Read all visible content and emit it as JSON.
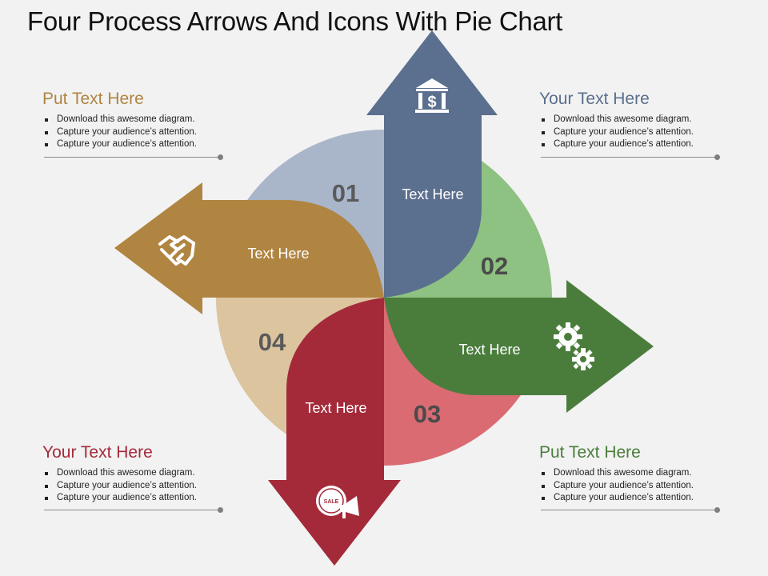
{
  "title": "Four Process Arrows And Icons With Pie Chart",
  "colors": {
    "blue": "#5b6f8e",
    "blue_light": "#a9b6ca",
    "green": "#4a7d3c",
    "green_light": "#8ec282",
    "red": "#a42a3a",
    "red_light": "#da6b73",
    "gold": "#b08441",
    "gold_light": "#dcc49e"
  },
  "segments": [
    {
      "number": "01",
      "arrow_label": "Text Here",
      "icon": "bank-icon"
    },
    {
      "number": "02",
      "arrow_label": "Text Here",
      "icon": "gears-icon"
    },
    {
      "number": "03",
      "arrow_label": "Text Here",
      "icon": "megaphone-sale-icon"
    },
    {
      "number": "04",
      "arrow_label": "Text Here",
      "icon": "handshake-icon"
    }
  ],
  "sale_badge": "SALE",
  "blocks": {
    "top_left": {
      "heading": "Put Text Here",
      "lines": [
        "Download  this awesome diagram.",
        "Capture  your audience’s attention.",
        "Capture your audience’s attention."
      ]
    },
    "top_right": {
      "heading": "Your Text Here",
      "lines": [
        "Download  this awesome diagram.",
        "Capture  your audience’s attention.",
        "Capture your audience’s attention."
      ]
    },
    "bottom_left": {
      "heading": "Your Text Here",
      "lines": [
        "Download  this awesome diagram.",
        "Capture  your audience’s attention.",
        "Capture your audience’s attention."
      ]
    },
    "bottom_right": {
      "heading": "Put Text Here",
      "lines": [
        "Download  this awesome diagram.",
        "Capture  your audience’s attention.",
        "Capture your audience’s attention."
      ]
    }
  }
}
